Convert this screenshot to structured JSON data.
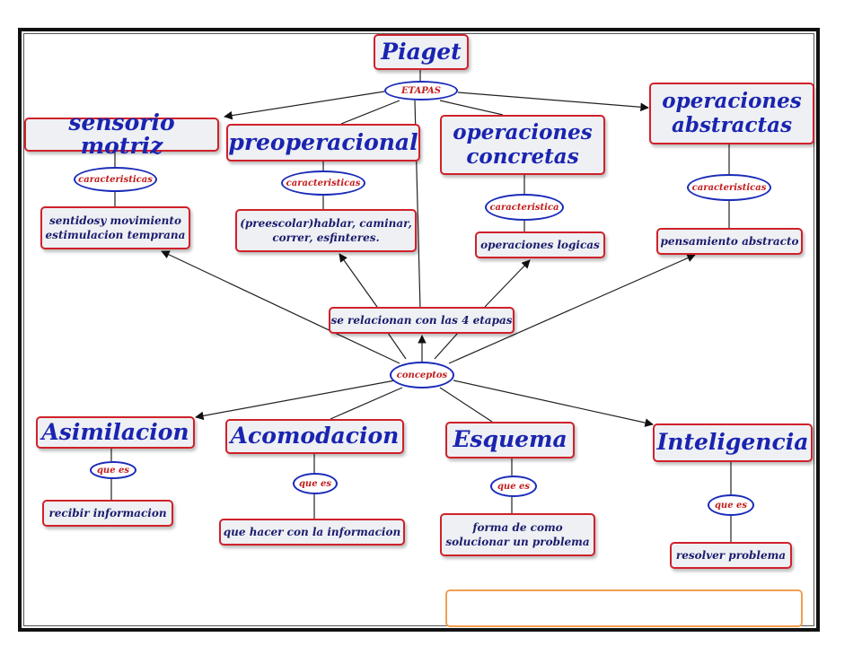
{
  "colors": {
    "node_border": "#d0212a",
    "node_fill": "#eef0f3",
    "title_text": "#1a24b0",
    "link_border": "#1a2bb8",
    "link_text": "#c31c1c"
  },
  "nodes": {
    "piaget": "Piaget",
    "sensorio_motriz": "sensorio motriz",
    "preoperacional": "preoperacional",
    "operaciones_concretas": [
      "operaciones",
      "concretas"
    ],
    "operaciones_abstractas": [
      "operaciones",
      "abstractas"
    ],
    "sensorio_desc": [
      "sentidosy movimiento",
      "estimulacion temprana"
    ],
    "preop_desc": [
      "(preescolar)hablar, caminar,",
      "correr, esfinteres."
    ],
    "concretas_desc": "operaciones logicas",
    "abstractas_desc": "pensamiento abstracto",
    "relacion": "se relacionan con las 4 etapas",
    "asimilacion": "Asimilacion",
    "acomodacion": "Acomodacion",
    "esquema": "Esquema",
    "inteligencia": "Inteligencia",
    "asimilacion_desc": "recibir informacion",
    "acomodacion_desc": "que hacer con la informacion",
    "esquema_desc": [
      "forma de como",
      "solucionar un problema"
    ],
    "inteligencia_desc": "resolver problema"
  },
  "links": {
    "etapas": "ETAPAS",
    "caracteristicas_1": "caracteristicas",
    "caracteristicas_2": "caracteristicas",
    "caracteristica_3": "caracteristica",
    "caracteristicas_4": "caracteristicas",
    "conceptos": "conceptos",
    "que_es_1": "que es",
    "que_es_2": "que es",
    "que_es_3": "que es",
    "que_es_4": "que es"
  }
}
